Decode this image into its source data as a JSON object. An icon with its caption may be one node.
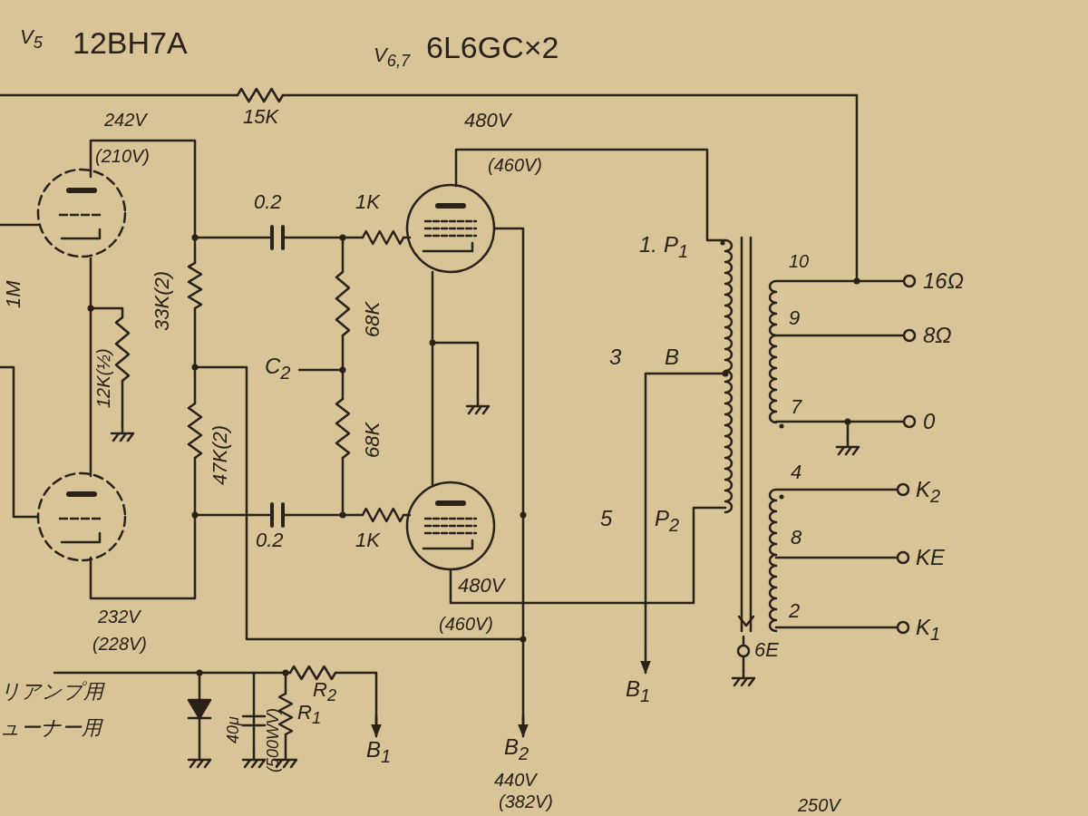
{
  "diagram": {
    "labels": [
      "V$_{5}$",
      "12BH7A",
      "V$_{6,7}$",
      "6L6GC×2",
      "15K",
      "242V",
      "(210V)",
      "480V",
      "(460V)",
      "0.2",
      "1K",
      "1M",
      "33K(2)",
      "68K",
      "1.",
      "P$_{1}$",
      "12K(½)",
      "C$_{2}$",
      "3",
      "B",
      "47K(2)",
      "68K",
      "10",
      "16Ω",
      "9",
      "8Ω",
      "7",
      "0",
      "5",
      "P$_{2}$",
      "0.2",
      "1K",
      "4",
      "K$_{2}$",
      "8",
      "KE",
      "480V",
      "2",
      "K$_{1}$",
      "(460V)",
      "232V",
      "(228V)",
      "6E",
      "B$_{1}$",
      "リアンプ用",
      "ューナー用",
      "R$_{2}$",
      "40μ",
      "(500WV)",
      "R$_{1}$",
      "B$_{1}$",
      "B$_{2}$",
      "440V",
      "(382V)",
      "250V"
    ]
  }
}
